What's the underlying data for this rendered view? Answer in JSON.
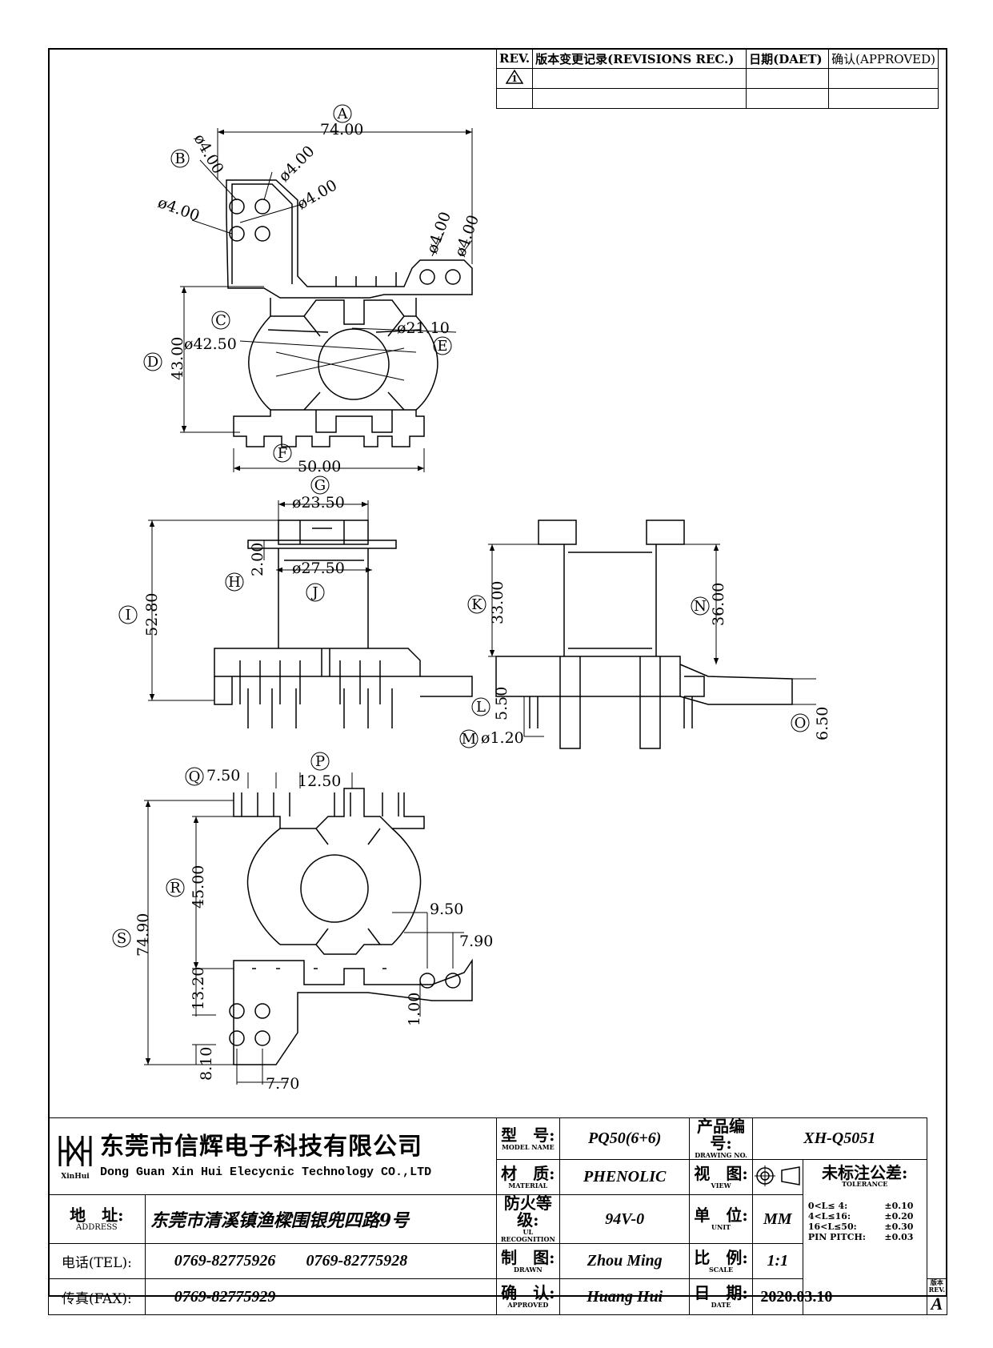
{
  "revision_block": {
    "headers": [
      "REV.",
      "版本变更记录(REVISIONS REC.)",
      "日期(DAET)",
      "确认(APPROVED)"
    ],
    "rev_mark": "1"
  },
  "drawing": {
    "top_view": {
      "labels": {
        "A": "A",
        "B": "B",
        "C": "C",
        "D": "D",
        "E": "E",
        "F": "F"
      },
      "dims": {
        "width_a": "74.00",
        "hole_b": "ø4.00",
        "hole_1": "ø4.00",
        "hole_2": "ø4.00",
        "hole_3": "ø4.00",
        "hole_4": "ø4.00",
        "hole_5": "ø4.00",
        "outer_dia": "ø42.50",
        "inner_dia": "ø21.10",
        "height_d": "43.00",
        "width_f": "50.00"
      }
    },
    "front_view": {
      "labels": {
        "G": "G",
        "H": "H",
        "I": "I",
        "J": "J"
      },
      "dims": {
        "flange_g": "ø23.50",
        "thick_h": "2.00",
        "inner_j": "ø27.50",
        "height_i": "52.80"
      }
    },
    "side_view": {
      "labels": {
        "K": "K",
        "L": "L",
        "M": "M",
        "N": "N",
        "O": "O"
      },
      "dims": {
        "k": "33.00",
        "n": "36.00",
        "l": "5.50",
        "m": "ø1.20",
        "o": "6.50"
      }
    },
    "bottom_view": {
      "labels": {
        "P": "P",
        "Q": "Q",
        "R": "R",
        "S": "S"
      },
      "dims": {
        "q": "7.50",
        "p": "12.50",
        "r": "45.00",
        "s": "74.90",
        "d950": "9.50",
        "d790": "7.90",
        "d1320": "13.20",
        "d100": "1.00",
        "d810": "8.10",
        "d770": "7.70"
      }
    }
  },
  "title_block": {
    "company_cn": "东莞市信辉电子科技有限公司",
    "company_en": "Dong Guan Xin Hui Elecycnic Technology CO.,LTD",
    "logo_text": "XinHui",
    "address_label": "地　址:",
    "address_sub": "ADDRESS",
    "address": "东莞市清溪镇渔樑围银兜四路9号",
    "tel_label": "电话(TEL):",
    "tel_1": "0769-82775926",
    "tel_2": "0769-82775928",
    "fax_label": "传真(FAX):",
    "fax": "0769-82775929",
    "model_label": "型　号:",
    "model_sub": "MODEL NAME",
    "model": "PQ50(6+6)",
    "material_label": "材　质:",
    "material_sub": "MATERIAL",
    "material": "PHENOLIC",
    "fire_label": "防火等级:",
    "fire_sub": "UL RECOGNITION",
    "fire": "94V-0",
    "drawn_label": "制　图:",
    "drawn_sub": "DRAWN",
    "drawn": "Zhou Ming",
    "approved_label": "确　认:",
    "approved_sub": "APPROVED",
    "approved": "Huang Hui",
    "drawing_no_label": "产品编号:",
    "drawing_no_sub": "DRAWING NO.",
    "drawing_no": "XH-Q5051",
    "view_label": "视　图:",
    "view_sub": "VIEW",
    "unit_label": "单　位:",
    "unit_sub": "UNIT",
    "unit": "MM",
    "scale_label": "比　例:",
    "scale_sub": "SCALE",
    "scale": "1:1",
    "date_label": "日　期:",
    "date_sub": "DATE",
    "date": "2020.03.10",
    "tolerance_label": "未标注公差:",
    "tolerance_sub": "TOLERANCE",
    "tolerances": [
      {
        "range": "0<L≤ 4:",
        "value": "±0.10"
      },
      {
        "range": "4<L≤16:",
        "value": "±0.20"
      },
      {
        "range": "16<L≤50:",
        "value": "±0.30"
      },
      {
        "range": "PIN PITCH:",
        "value": "±0.03"
      }
    ],
    "rev_label": "版本REV.",
    "rev": "A"
  }
}
